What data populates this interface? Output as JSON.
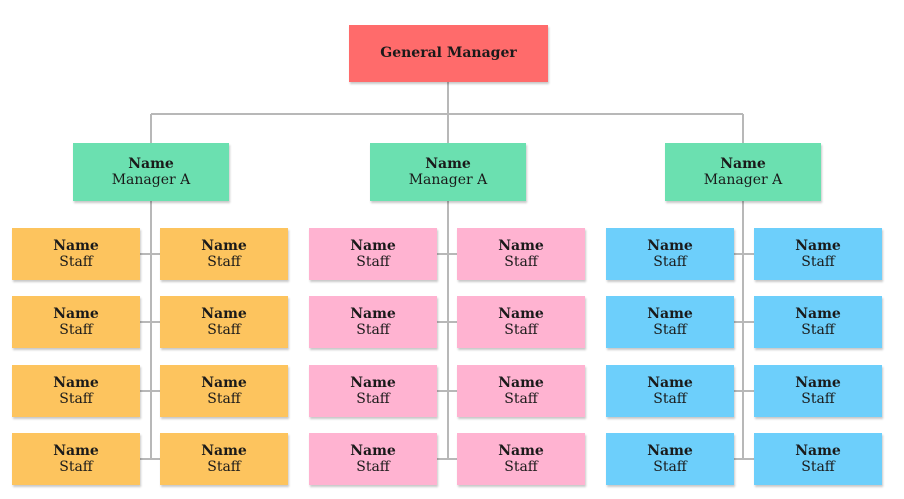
{
  "general_manager": {
    "label": "General Manager",
    "color": "#ff6b6b"
  },
  "departments": [
    {
      "manager": {
        "name": "Name",
        "role": "Manager A"
      },
      "manager_color": "#6be0b0",
      "staff_color": "#fdc45e",
      "staff": [
        {
          "name": "Name",
          "role": "Staff"
        },
        {
          "name": "Name",
          "role": "Staff"
        },
        {
          "name": "Name",
          "role": "Staff"
        },
        {
          "name": "Name",
          "role": "Staff"
        },
        {
          "name": "Name",
          "role": "Staff"
        },
        {
          "name": "Name",
          "role": "Staff"
        },
        {
          "name": "Name",
          "role": "Staff"
        },
        {
          "name": "Name",
          "role": "Staff"
        }
      ]
    },
    {
      "manager": {
        "name": "Name",
        "role": "Manager A"
      },
      "manager_color": "#6be0b0",
      "staff_color": "#ffb3d1",
      "staff": [
        {
          "name": "Name",
          "role": "Staff"
        },
        {
          "name": "Name",
          "role": "Staff"
        },
        {
          "name": "Name",
          "role": "Staff"
        },
        {
          "name": "Name",
          "role": "Staff"
        },
        {
          "name": "Name",
          "role": "Staff"
        },
        {
          "name": "Name",
          "role": "Staff"
        },
        {
          "name": "Name",
          "role": "Staff"
        },
        {
          "name": "Name",
          "role": "Staff"
        }
      ]
    },
    {
      "manager": {
        "name": "Name",
        "role": "Manager A"
      },
      "manager_color": "#6be0b0",
      "staff_color": "#6dcffb",
      "staff": [
        {
          "name": "Name",
          "role": "Staff"
        },
        {
          "name": "Name",
          "role": "Staff"
        },
        {
          "name": "Name",
          "role": "Staff"
        },
        {
          "name": "Name",
          "role": "Staff"
        },
        {
          "name": "Name",
          "role": "Staff"
        },
        {
          "name": "Name",
          "role": "Staff"
        },
        {
          "name": "Name",
          "role": "Staff"
        },
        {
          "name": "Name",
          "role": "Staff"
        }
      ]
    }
  ],
  "connector_color": "#b8b8b8"
}
